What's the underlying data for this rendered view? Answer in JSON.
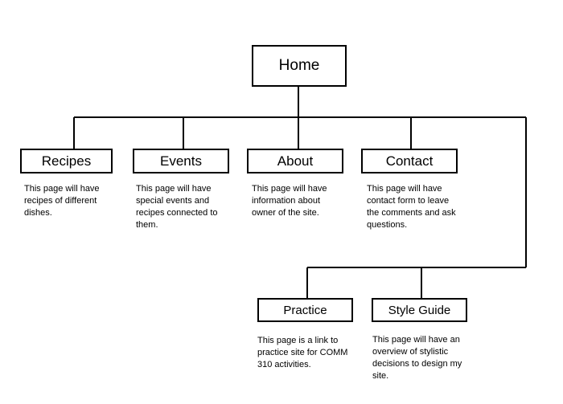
{
  "diagram": {
    "nodes": {
      "home": "Home",
      "recipes": "Recipes",
      "events": "Events",
      "about": "About",
      "contact": "Contact",
      "practice": "Practice",
      "style_guide": "Style Guide"
    },
    "descriptions": {
      "recipes": "This page will have\nrecipes of different\ndishes.",
      "events": "This page will have\nspecial events and\nrecipes connected to\nthem.",
      "about": "This page will have\ninformation about\nowner of the site.",
      "contact": "This page will have\ncontact form to leave\nthe comments and ask\nquestions.",
      "practice": "This page is a link to\npractice site for COMM\n310 activities.",
      "style_guide": "This page will have an\noverview of stylistic\ndecisions to design my\nsite."
    },
    "edges": [
      {
        "from": "Home",
        "to": "Recipes"
      },
      {
        "from": "Home",
        "to": "Events"
      },
      {
        "from": "Home",
        "to": "About"
      },
      {
        "from": "Home",
        "to": "Contact"
      },
      {
        "from": "Home",
        "to": "Practice"
      },
      {
        "from": "Home",
        "to": "Style Guide"
      }
    ],
    "colors": {
      "line": "#000000",
      "box_border": "#000000",
      "background": "#ffffff"
    }
  }
}
